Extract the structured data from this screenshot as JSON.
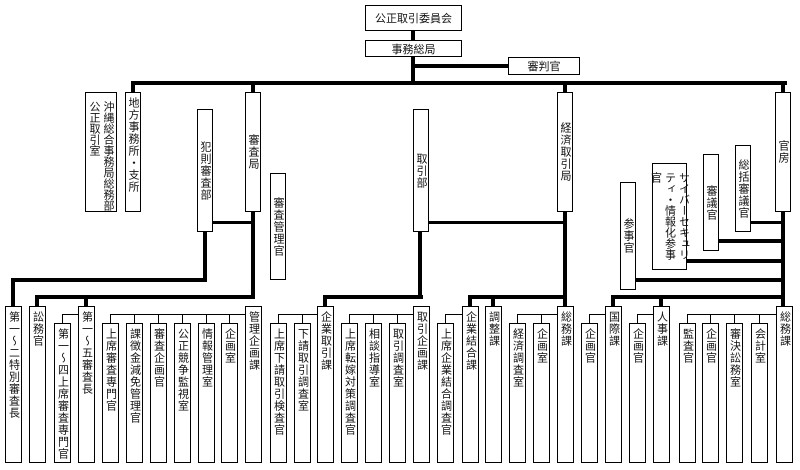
{
  "title": "公正取引委員会",
  "secretariat": "事務総局",
  "top": {
    "hearing_examiner": "審判官",
    "okinawa": "沖縄総合事務局総務部公正取引室",
    "regional": "地方事務所・支所",
    "investigation_bureau": "審査局",
    "criminal_dept": "犯則審査部",
    "investigation_mgmt": "審査管理官",
    "trade_dept": "取引部",
    "economic_bureau": "経済取引局",
    "counselor": "参事官",
    "cyber_counselor": "サイバーセキュリティ・情報化参事官",
    "deliberation": "審議官",
    "chief_deliberation": "総括審議官",
    "secretariat_office": "官房"
  },
  "units": [
    "第一～二特別審査長",
    "訟務官",
    "第一～四上席審査専門官",
    "第一～五審査長",
    "上席審査専門官",
    "課徴金減免管理官",
    "審査企画官",
    "公正競争監視室",
    "情報管理室",
    "企画室",
    "管理企画課",
    "上席下請取引検査官",
    "下請取引調査室",
    "企業取引課",
    "上席転嫁対策調査官",
    "相談指導室",
    "取引調査室",
    "取引企画課",
    "上席企業結合調査官",
    "企業結合課",
    "調整課",
    "経済調査室",
    "企画室",
    "総務課",
    "企画官",
    "国際課",
    "企画官",
    "人事課",
    "監査官",
    "企画官",
    "審決訟務室",
    "会計室",
    "総務課"
  ]
}
